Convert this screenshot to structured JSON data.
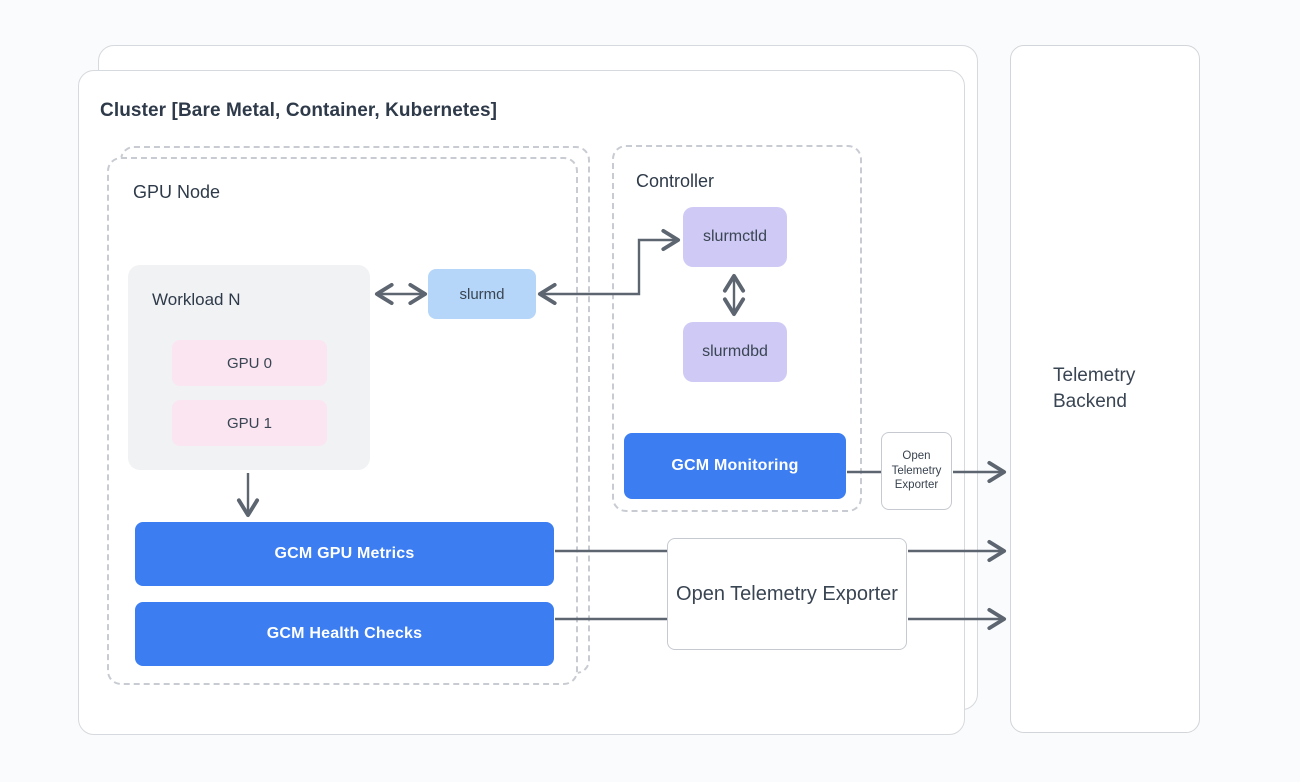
{
  "colors": {
    "accent_blue": "#3c7df1",
    "slurmd_blue": "#b5d6f8",
    "slurm_purple": "#cfc9f5",
    "gpu_pink": "#fae5f1",
    "workload_gray": "#f1f2f4",
    "arrow_gray": "#5c6570"
  },
  "cluster": {
    "title": "Cluster [Bare Metal, Container, Kubernetes]",
    "gpu_node": {
      "title": "GPU Node",
      "workload": {
        "title": "Workload N",
        "gpus": [
          "GPU 0",
          "GPU 1"
        ]
      },
      "slurmd_label": "slurmd",
      "gcm_gpu_metrics_label": "GCM GPU Metrics",
      "gcm_health_checks_label": "GCM Health Checks"
    },
    "controller": {
      "title": "Controller",
      "slurmctld_label": "slurmctld",
      "slurmdbd_label": "slurmdbd",
      "gcm_monitoring_label": "GCM Monitoring"
    },
    "otel_exporter_small_label": "Open Telemetry Exporter"
  },
  "otel_exporter_label": "Open Telemetry Exporter",
  "telemetry_backend_label": "Telemetry Backend"
}
